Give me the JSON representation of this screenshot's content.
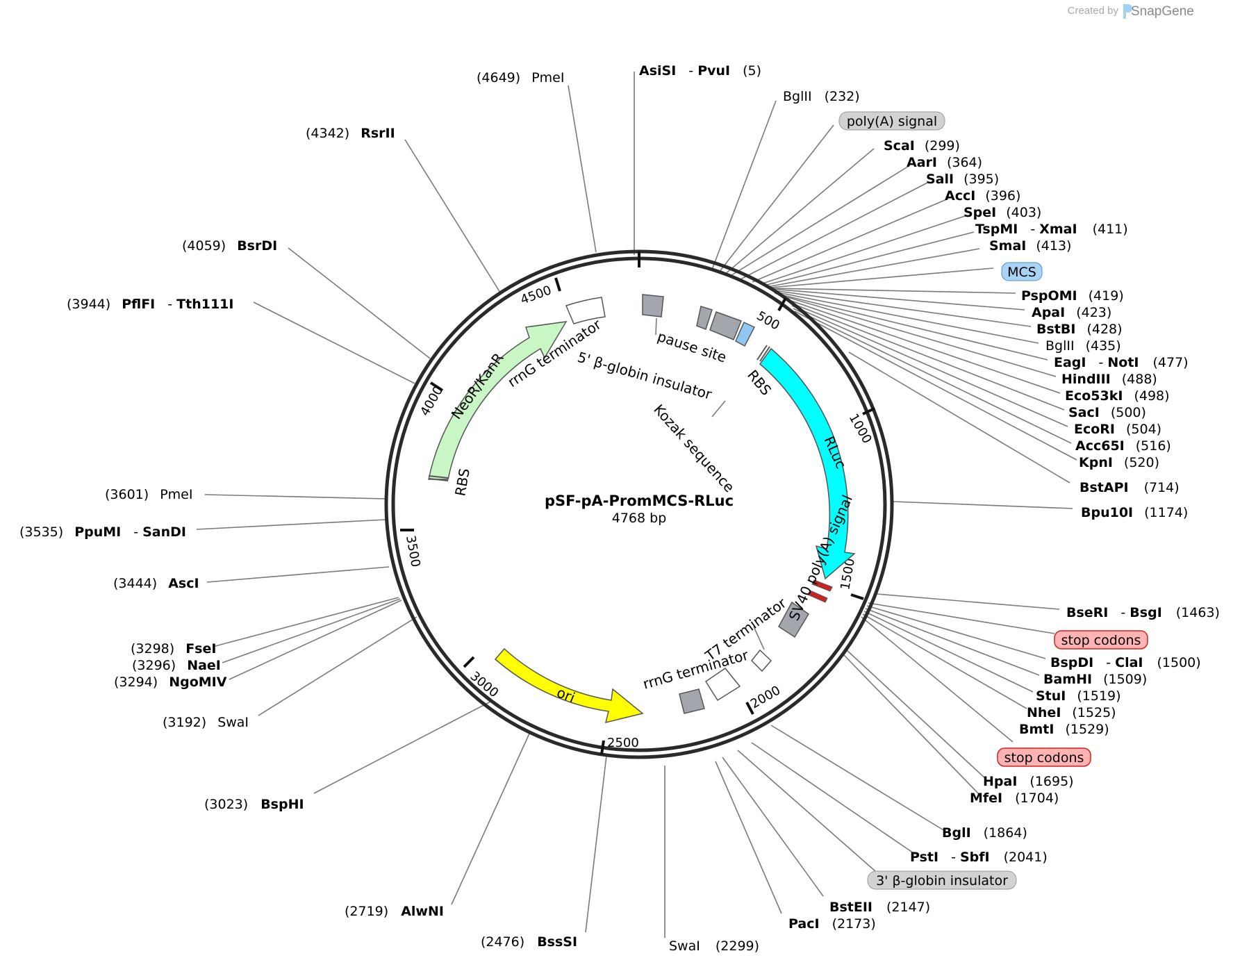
{
  "credit": {
    "prefix": "Created by",
    "brand": "SnapGene"
  },
  "plasmid": {
    "name": "pSF-pA-PromMCS-RLuc",
    "length": "4768 bp"
  },
  "ticks": [
    "500",
    "1000",
    "1500",
    "2000",
    "2500",
    "3000",
    "3500",
    "4000",
    "4500"
  ],
  "feature_labels": {
    "pause_site": "pause site",
    "globin5": "5' β-globin insulator",
    "rrng_top": "rrnG terminator",
    "neo": "NeoR/KanR",
    "rbs_left": "RBS",
    "rbs_right": "RBS",
    "kozak": "Kozak sequence",
    "rluc": "RLuc",
    "sv40": "SV40 poly(A) signal",
    "t7": "T7 terminator",
    "rrng_bottom": "rrnG terminator",
    "ori": "ori"
  },
  "sites": [
    {
      "name": "AsiSI",
      "name2": "PvuI",
      "pos": "(5)"
    },
    {
      "name": "BglII",
      "pos": "(232)"
    },
    {
      "name": "ScaI",
      "pos": "(299)"
    },
    {
      "name": "AarI",
      "pos": "(364)"
    },
    {
      "name": "SalI",
      "pos": "(395)"
    },
    {
      "name": "AccI",
      "pos": "(396)"
    },
    {
      "name": "SpeI",
      "pos": "(403)"
    },
    {
      "name": "TspMI",
      "name2": "XmaI",
      "pos": "(411)"
    },
    {
      "name": "SmaI",
      "pos": "(413)"
    },
    {
      "name": "PspOMI",
      "pos": "(419)"
    },
    {
      "name": "ApaI",
      "pos": "(423)"
    },
    {
      "name": "BstBI",
      "pos": "(428)"
    },
    {
      "name": "BglII",
      "pos": "(435)"
    },
    {
      "name": "EagI",
      "name2": "NotI",
      "pos": "(477)"
    },
    {
      "name": "HindIII",
      "pos": "(488)"
    },
    {
      "name": "Eco53kI",
      "pos": "(498)"
    },
    {
      "name": "SacI",
      "pos": "(500)"
    },
    {
      "name": "EcoRI",
      "pos": "(504)"
    },
    {
      "name": "Acc65I",
      "pos": "(516)"
    },
    {
      "name": "KpnI",
      "pos": "(520)"
    },
    {
      "name": "BstAPI",
      "pos": "(714)"
    },
    {
      "name": "Bpu10I",
      "pos": "(1174)"
    },
    {
      "name": "BseRI",
      "name2": "BsgI",
      "pos": "(1463)"
    },
    {
      "name": "BspDI",
      "name2": "ClaI",
      "pos": "(1500)"
    },
    {
      "name": "BamHI",
      "pos": "(1509)"
    },
    {
      "name": "StuI",
      "pos": "(1519)"
    },
    {
      "name": "NheI",
      "pos": "(1525)"
    },
    {
      "name": "BmtI",
      "pos": "(1529)"
    },
    {
      "name": "HpaI",
      "pos": "(1695)"
    },
    {
      "name": "MfeI",
      "pos": "(1704)"
    },
    {
      "name": "BglI",
      "pos": "(1864)"
    },
    {
      "name": "PstI",
      "name2": "SbfI",
      "pos": "(2041)"
    },
    {
      "name": "BstEII",
      "pos": "(2147)"
    },
    {
      "name": "PacI",
      "pos": "(2173)"
    },
    {
      "name": "SwaI",
      "pos": "(2299)"
    },
    {
      "name": "BssSI",
      "pos": "(2476)"
    },
    {
      "name": "AlwNI",
      "pos": "(2719)"
    },
    {
      "name": "BspHI",
      "pos": "(3023)"
    },
    {
      "name": "SwaI",
      "pos": "(3192)"
    },
    {
      "name": "NgoMIV",
      "pos": "(3294)"
    },
    {
      "name": "NaeI",
      "pos": "(3296)"
    },
    {
      "name": "FseI",
      "pos": "(3298)"
    },
    {
      "name": "AscI",
      "pos": "(3444)"
    },
    {
      "name": "PpuMI",
      "name2": "SanDI",
      "pos": "(3535)"
    },
    {
      "name": "PmeI",
      "pos": "(3601)"
    },
    {
      "name": "PflFI",
      "name2": "Tth111I",
      "pos": "(3944)"
    },
    {
      "name": "BsrDI",
      "pos": "(4059)"
    },
    {
      "name": "RsrII",
      "pos": "(4342)"
    },
    {
      "name": "PmeI",
      "pos": "(4649)"
    }
  ],
  "pills": {
    "polya": "poly(A) signal",
    "mcs": "MCS",
    "stop1": "stop codons",
    "stop2": "stop codons",
    "globin3": "3' β-globin insulator"
  },
  "colors": {
    "backbone": "#2a2a2a",
    "neo": "#c8f7c5",
    "rluc": "#00ffff",
    "ori": "#ffff00",
    "gray_feature": "#a3a7ad",
    "blue_feature": "#8fc6f2",
    "red_feature": "#cc2222",
    "pill_gray": "#d0d2d4",
    "pill_blue": "#a9d3f7",
    "pill_red": "#ffb3b3",
    "pill_red_border": "#d62020"
  }
}
